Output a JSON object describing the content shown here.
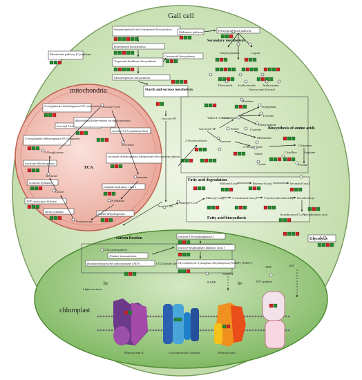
{
  "title": "Gall cell",
  "colors": {
    "up": "#d21f1f",
    "down": "#1f8a2c",
    "cell": "#d7e9c8",
    "mito": "#f4c9c2",
    "chloro": "#a8d08f"
  },
  "secondary": {
    "heading": "Secondary metabolism",
    "sesqui": "Sesquiterpenoid and triterpenoid biosynthesis",
    "diterpenoid": "Diterpenoid biosynthesis",
    "terpenoid_backbone": "Terpenoid backbone biosynthesis",
    "monoterpenoid": "Monoterpenoid biosynthesis",
    "carotenoid": "Carotenoid biosynthesis",
    "mevalonate": "Mevalonate pathway (Cytoplasm)",
    "shikimate": "Shikimate pathway",
    "phenylpropanoid": "Phenylpropanoid pathway",
    "simple_phenols": "Simple phenols",
    "lignin": "Lignin",
    "flavonoids": "Flavonoids",
    "isoflavonoids": "Isoflavonoids",
    "anthocyanin": "Anthocyanin",
    "flavone": "flavone and flavonol"
  },
  "starch": {
    "heading": "Starch and sucrose metabolism",
    "fructose6p": "fructose 6P"
  },
  "amino": {
    "heading": "Biosynthesis of amino acids",
    "histidine": "Histidine",
    "tryptophan": "Tryptophan",
    "tyrosine": "Tyrosine",
    "phenylalanine": "Phenylalanine",
    "cysteine": "Cysteine",
    "chorismate": "Chorismate",
    "serine": "Serine",
    "glycerate": "Glycerate-3P",
    "oxoisovalerate": "2-Oxoisovalerate",
    "pyruvate": "Pyruvate",
    "oxoglutarate": "2-Oxoglutarate",
    "methionine": "Methionine",
    "valine": "Valine",
    "lysine": "Lysine",
    "glutamine": "Glutamine",
    "citrulline": "Citrulline",
    "arginine": "Arginine",
    "proline": "Proline",
    "valine_leucine": "Valine L-Leucine"
  },
  "mito": {
    "heading": "mitochondria",
    "tca": "TCA",
    "oxo_dh_e2": "2-oxoglutarate dehydrogenase E2 component",
    "succinyl_coa": "Succinyl-CoA",
    "succinyl_syn_a": "Succinyl-CoA synthetase alpha",
    "dihydrolipoyl": "dihydrolipoyllysine-residue succinyltransferase",
    "oxo_dh_e1": "2-oxoglutarate dehydrogenase E1 component",
    "succinyl_syn_b": "succinyl-CoA synthetase beta",
    "oxoglutarate": "2-Oxoglutarate",
    "succinate": "Succinate",
    "succinate_dh": "succinate dehydrogenase (ubiquinone) flavoprotein subunit",
    "isocitrate_dh": "isocitrate dehydrogenase",
    "isocitrate": "Isocitrate",
    "aconitate_hydratase": "aconitate hydratase",
    "citrate": "Citrate",
    "fumarate": "Fumarate",
    "fumarate_hydratase": "fumarate hydratase, class I",
    "atp_citrate": "ATP citrate (pro-S)-lyase",
    "citrate_synthase": "citrate synthase",
    "malate": "(S)-Malate",
    "malate_dh": "malate dehydrogenase",
    "oxaloacetate": "Oxaloacetate"
  },
  "fatty": {
    "degradation": "Fatty acid degradation",
    "biosynthesis": "Fatty acid biosynthesis",
    "acetyl_coa": "Acetyl-CoA",
    "malonyl_coa": "Malonyl-CoA",
    "malonyl_acp": "Malonyl-[acp]",
    "butenoyl": "Butenoyl-[acp]",
    "hexanoyl": "hexanoyl-[acp]",
    "oxohexadecanoyl": "3-oxohexadecanoyl",
    "hydroxyhexadecanoyl": "3-hydroxyhexadecanoyl",
    "hexadecanoyl": "hexadecanoyl",
    "hexadecanoyl_coa": "hexadecanoyl CoA",
    "hexadecanoic": "hexadecanoic acid"
  },
  "glycolysis": "Glycolysis",
  "carbon": {
    "heading": "carbon fixation",
    "co2_atm": "CO2 (atmosphere)",
    "alanine": "Alanine transaminase",
    "pepc": "phosphoenolpyruvate carboxykinase (ATP)",
    "co2_bundle": "CO2 (bundle sheath cell)",
    "fbp": "fructose-1,6-bisphosphatase I",
    "fba": "fructose-bisphosphate aldolase, class I",
    "gapdh": "Glyceraldehyde-3-phosphate dehydrogenase(NAD(P), NADP+)"
  },
  "chloro": {
    "heading": "chloroplast",
    "light": "Light reactions",
    "hv": "hν",
    "ps2": "Photosystem II",
    "cytb6f": "Cytochrome b6/f complex",
    "ps1": "Photosystem I",
    "atp_synthase": "ATP synthase",
    "nadph": "NADPH",
    "nadp": "NADP",
    "adp": "ADP",
    "atp": "ATP"
  }
}
